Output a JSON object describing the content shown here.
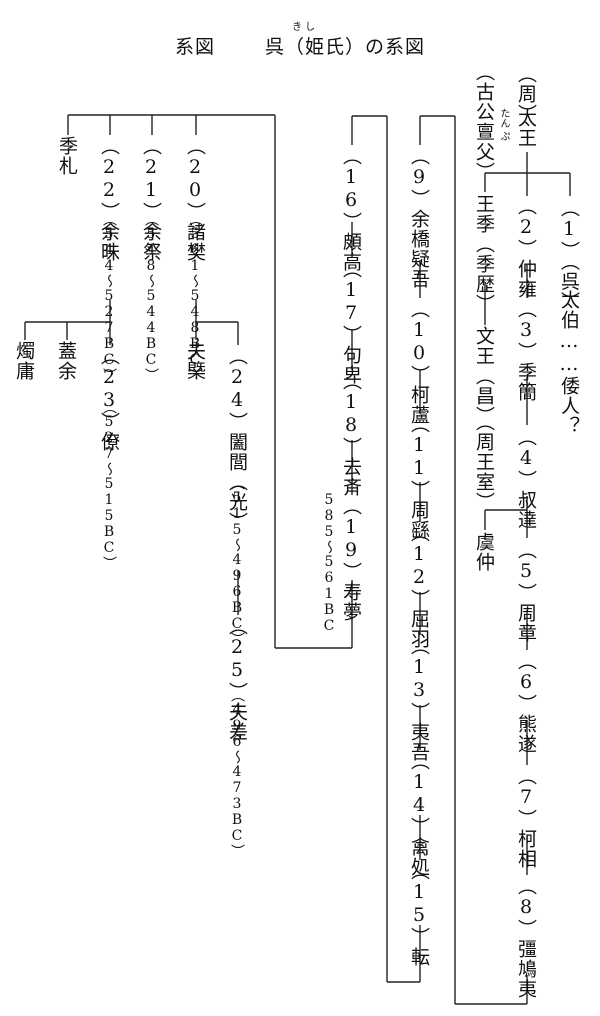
{
  "title": {
    "prefix": "系図",
    "main": "呉（姫氏）の系図",
    "ruby": "き し"
  },
  "people": {
    "zhou": "（周）",
    "taiwang": "太王",
    "gugong": "（古公亶父）",
    "gugong_ruby": "たん ぷ",
    "wu1": "（1）（呉）",
    "taibo": "太伯……倭人？",
    "wang2": "（2）仲雍",
    "wangji": "王季（季歴）",
    "wenwang": "文王（昌）",
    "zhoushi": "（周王室）",
    "wang3": "（3）季簡",
    "wang4": "（4）叔達",
    "yuzhong": "虞仲",
    "wang5": "（5）周章",
    "wang6": "（6）熊遂",
    "wang7": "（7）柯相",
    "wang8": "（8）彊鳩夷",
    "wang9": "（9）余橋疑吾",
    "wang10": "（10）柯蘆",
    "wang11": "（11）周繇",
    "wang12": "（12）屈羽",
    "wang13": "（13）夷吾",
    "wang14": "（14）禽処",
    "wang15": "（15）転",
    "wang16": "（16）頗高",
    "wang17": "（17）句卑",
    "wang18": "（18）去斉",
    "wang19": "（19）寿夢",
    "wang19_years": "585〜561BC",
    "wang20": "（20）諸樊",
    "wang20_years": "（561〜548BC）",
    "wang21": "（21）余祭",
    "wang21_years": "（548〜544BC）",
    "wang22": "（22）余昧",
    "wang22_years": "（544〜527BC）",
    "jizha": "季札",
    "wang23": "（23）僚",
    "wang23_years": "（527〜515BC）",
    "gaiyu": "蓋余",
    "zhuyong": "燭庸",
    "fugai": "夫槩",
    "wang24": "（24）闔閭（光）",
    "wang24_years": "（515〜496BC）",
    "wang25": "（25）夫差",
    "wang25_years": "（496〜473BC）"
  }
}
